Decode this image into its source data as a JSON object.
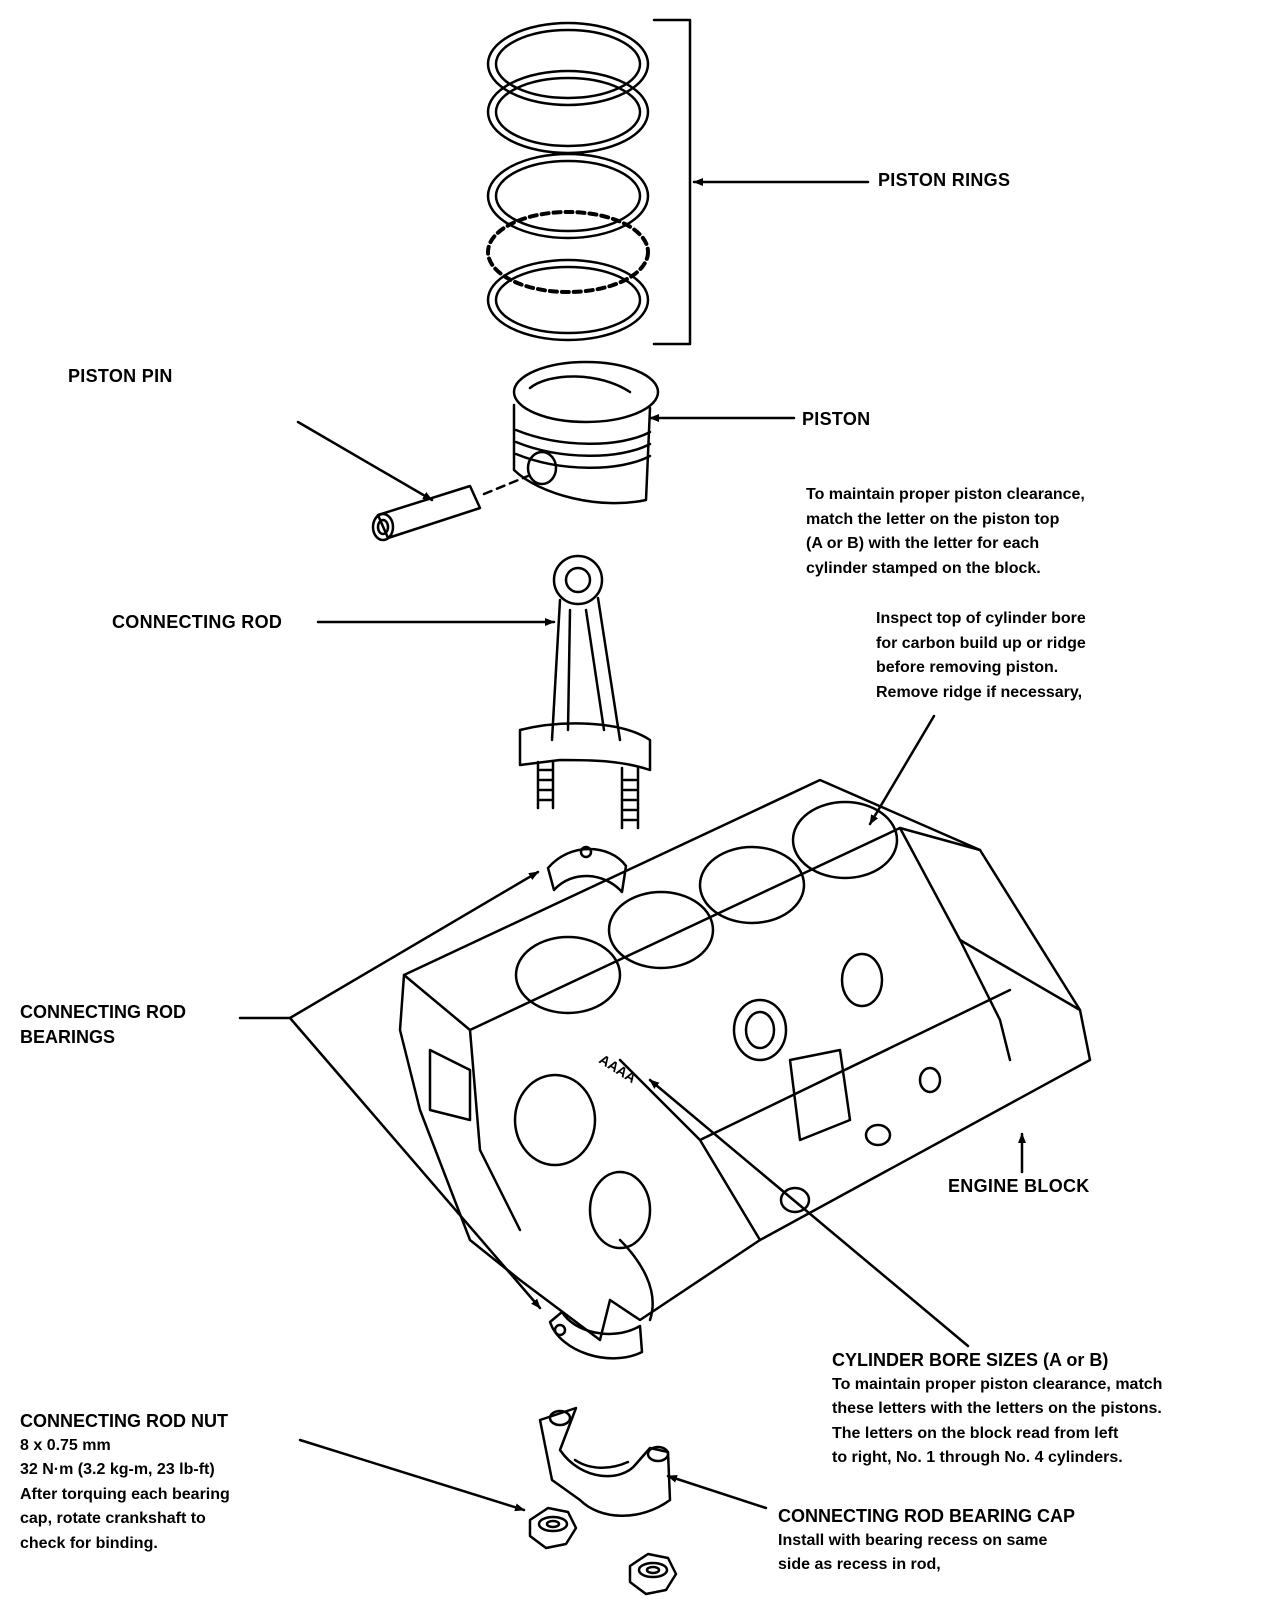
{
  "labels": {
    "piston_rings": "PISTON RINGS",
    "piston_pin": "PISTON PIN",
    "piston": "PISTON",
    "connecting_rod": "CONNECTING ROD",
    "engine_block": "ENGINE BLOCK",
    "rod_bearings": [
      "CONNECTING ROD",
      "BEARINGS"
    ]
  },
  "notes": {
    "piston_clearance": [
      "To maintain proper piston clearance,",
      "match the letter on the piston top",
      "(A or B) with the letter for each",
      "cylinder stamped on the block."
    ],
    "bore_inspect": [
      "Inspect top of cylinder bore",
      "for carbon build up or ridge",
      "before removing piston.",
      "Remove ridge if necessary,"
    ],
    "bore_sizes": {
      "title": "CYLINDER BORE SIZES (A or B)",
      "lines": [
        "To maintain proper piston clearance, match",
        "these letters with the letters on the pistons.",
        "The letters on the block read from left",
        "to right, No. 1 through No. 4 cylinders."
      ]
    },
    "rod_nut": {
      "title": "CONNECTING ROD NUT",
      "lines": [
        "8 x 0.75 mm",
        "32 N·m (3.2 kg-m, 23 lb-ft)",
        "After torquing each bearing",
        "cap, rotate crankshaft to",
        "check for binding."
      ]
    },
    "bearing_cap": {
      "title": "CONNECTING ROD BEARING CAP",
      "lines": [
        "Install with bearing recess on same",
        "side as recess in rod,"
      ]
    }
  },
  "block_stamp": "AAAA"
}
